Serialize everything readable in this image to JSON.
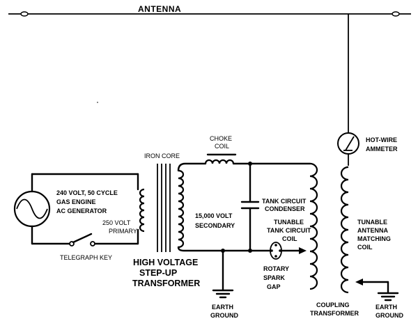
{
  "labels": {
    "antenna": "ANTENNA",
    "hot_wire_ammeter": [
      "HOT-WIRE",
      "AMMETER"
    ],
    "choke_coil": [
      "CHOKE",
      "COIL"
    ],
    "iron_core": "IRON CORE",
    "generator": [
      "240 VOLT, 50 CYCLE",
      "GAS ENGINE",
      "AC GENERATOR"
    ],
    "primary": [
      "250 VOLT",
      "PRIMARY"
    ],
    "secondary": [
      "15,000 VOLT",
      "SECONDARY"
    ],
    "telegraph_key": "TELEGRAPH KEY",
    "transformer": [
      "HIGH VOLTAGE",
      "STEP-UP",
      "TRANSFORMER"
    ],
    "tank_condenser": [
      "TANK CIRCUIT",
      "CONDENSER"
    ],
    "tank_coil": [
      "TUNABLE",
      "TANK CIRCUIT",
      "COIL"
    ],
    "matching_coil": [
      "TUNABLE",
      "ANTENNA",
      "MATCHING",
      "COIL"
    ],
    "spark_gap": [
      "ROTARY",
      "SPARK",
      "GAP"
    ],
    "earth_ground_left": [
      "EARTH",
      "GROUND"
    ],
    "coupling_transformer": [
      "COUPLING",
      "TRANSFORMER"
    ],
    "earth_ground_right": [
      "EARTH",
      "GROUND"
    ]
  }
}
